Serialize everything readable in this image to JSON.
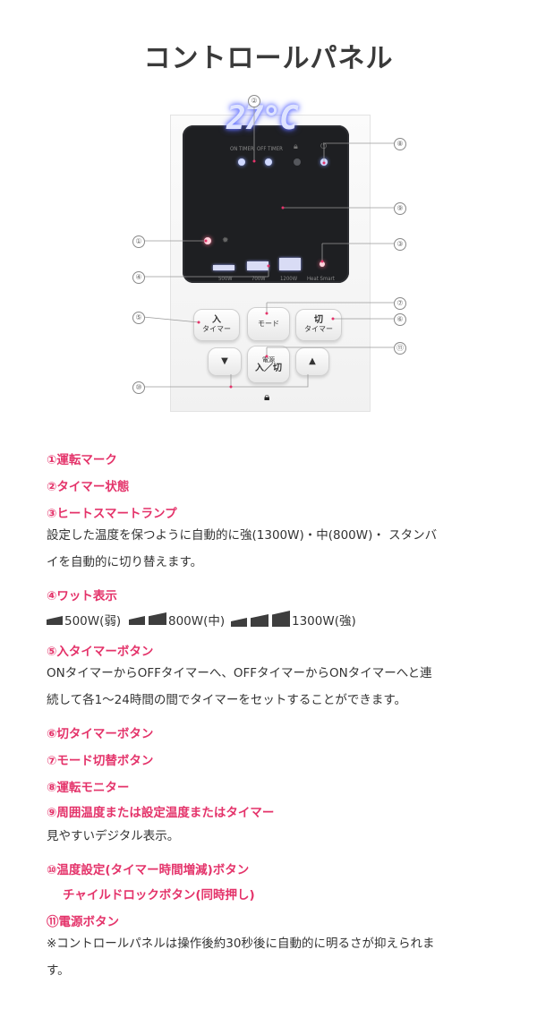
{
  "title": "コントロールパネル",
  "panel": {
    "on_timer_label": "ON TIMER",
    "off_timer_label": "OFF TIMER",
    "temperature_display": "27°C",
    "watt_500": "500W",
    "watt_700": "700W",
    "watt_1200": "1200W",
    "heat_smart": "Heat Smart",
    "btn_on_timer_1": "入",
    "btn_on_timer_2": "タイマー",
    "btn_mode": "モード",
    "btn_off_timer_1": "切",
    "btn_off_timer_2": "タイマー",
    "btn_power_1": "電源",
    "btn_power_2": "入／切",
    "btn_down": "▼",
    "btn_up": "▲"
  },
  "callouts": [
    "①",
    "②",
    "③",
    "④",
    "⑤",
    "⑥",
    "⑦",
    "⑧",
    "⑨",
    "⑩",
    "⑪"
  ],
  "items": {
    "h1": "①運転マーク",
    "h2": "②タイマー状態",
    "h3": "③ヒートスマートランプ",
    "d3_1": "設定した温度を保つように自動的に強(1300W)・中(800W)・ スタンバ",
    "d3_2": "イを自動的に切り替えます。",
    "h4": "④ワット表示",
    "w1": "500W(弱)",
    "w2": "800W(中)",
    "w3": "1300W(強)",
    "h5": "⑤入タイマーボタン",
    "d5_1": "ONタイマーからOFFタイマーへ、OFFタイマーからONタイマーへと連",
    "d5_2": "続して各1～24時間の間でタイマーをセットすることができます。",
    "h6": "⑥切タイマーボタン",
    "h7": "⑦モード切替ボタン",
    "h8": "⑧運転モニター",
    "h9": "⑨周囲温度または設定温度またはタイマー",
    "d9": "見やすいデジタル表示。",
    "h10_1": "⑩温度設定(タイマー時間増減)ボタン",
    "h10_2": "チャイルドロックボタン(同時押し)",
    "h11": "⑪電源ボタン",
    "note_1": "※コントロールパネルは操作後約30秒後に自動的に明るさが抑えられま",
    "note_2": "す。"
  }
}
